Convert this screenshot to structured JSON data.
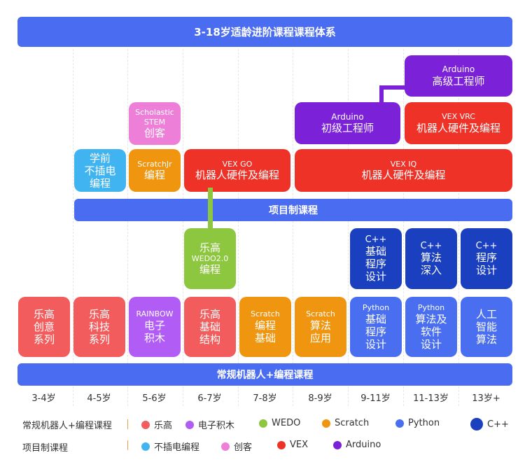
{
  "title": "3-18岁适龄进阶课程课程体系",
  "project_bar": "项目制课程",
  "regular_bar": "常规机器人+编程课程",
  "ages": [
    "3-4岁",
    "4-5岁",
    "5-6岁",
    "6-7岁",
    "7-8岁",
    "8-9岁",
    "9-11岁",
    "11-13岁",
    "13岁+"
  ],
  "colors": {
    "lego": "#f25c5c",
    "block": "#b05cf5",
    "wedo": "#8dc63f",
    "scratch": "#f0950f",
    "python": "#4a6ef0",
    "cpp": "#1a3fbf",
    "unplugged": "#40b4f0",
    "maker": "#ee7fd8",
    "vex": "#ee3228",
    "arduino": "#7b22d8",
    "bar": "#4a6cf0"
  },
  "regular": [
    {
      "lines": [
        "乐高",
        "创意",
        "系列"
      ]
    },
    {
      "lines": [
        "乐高",
        "科技",
        "系列"
      ]
    },
    {
      "sub": "RAINBOW",
      "lines": [
        "电子",
        "积木"
      ]
    },
    {
      "lines": [
        "乐高",
        "基础",
        "结构"
      ]
    },
    {
      "sub": "Scratch",
      "lines": [
        "编程",
        "基础"
      ]
    },
    {
      "sub": "Scratch",
      "lines": [
        "算法",
        "应用"
      ]
    },
    {
      "sub": "Python",
      "lines": [
        "基础",
        "程序",
        "设计"
      ]
    },
    {
      "sub": "Python",
      "lines": [
        "算法及",
        "软件",
        "设计"
      ]
    },
    {
      "lines": [
        "人工",
        "智能",
        "算法"
      ]
    }
  ],
  "wedo": {
    "lines": [
      "乐高"
    ],
    "sub": "WEDO2.0",
    "line2": "编程"
  },
  "cpp": [
    {
      "sub": "C++",
      "lines": [
        "基础",
        "程序",
        "设计"
      ]
    },
    {
      "sub": "C++",
      "lines": [
        "算法",
        "深入"
      ]
    },
    {
      "sub": "C++",
      "lines": [
        "程序",
        "设计"
      ]
    }
  ],
  "project": {
    "unplugged": [
      "学前",
      "不插电",
      "编程"
    ],
    "scratchjr": {
      "sub": "ScratchJr",
      "main": "编程"
    },
    "vexgo": {
      "sub": "VEX GO",
      "main": "机器人硬件及编程"
    },
    "vexiq": {
      "sub": "VEX IQ",
      "main": "机器人硬件及编程"
    },
    "scholastic": {
      "sub1": "Scholastic",
      "sub2": "STEM",
      "main": "创客"
    },
    "arduino1": {
      "sub": "Arduino",
      "main": "初级工程师"
    },
    "vexvrc": {
      "sub": "VEX VRC",
      "main": "机器人硬件及编程"
    },
    "arduino2": {
      "sub": "Arduino",
      "main": "高级工程师"
    }
  },
  "legend": {
    "row1_label": "常规机器人+编程课程",
    "row1": [
      "乐高",
      "电子积木",
      "WEDO",
      "Scratch",
      "Python",
      "C++"
    ],
    "row2_label": "项目制课程",
    "row2": [
      "不插电编程",
      "创客",
      "VEX",
      "Arduino"
    ]
  }
}
